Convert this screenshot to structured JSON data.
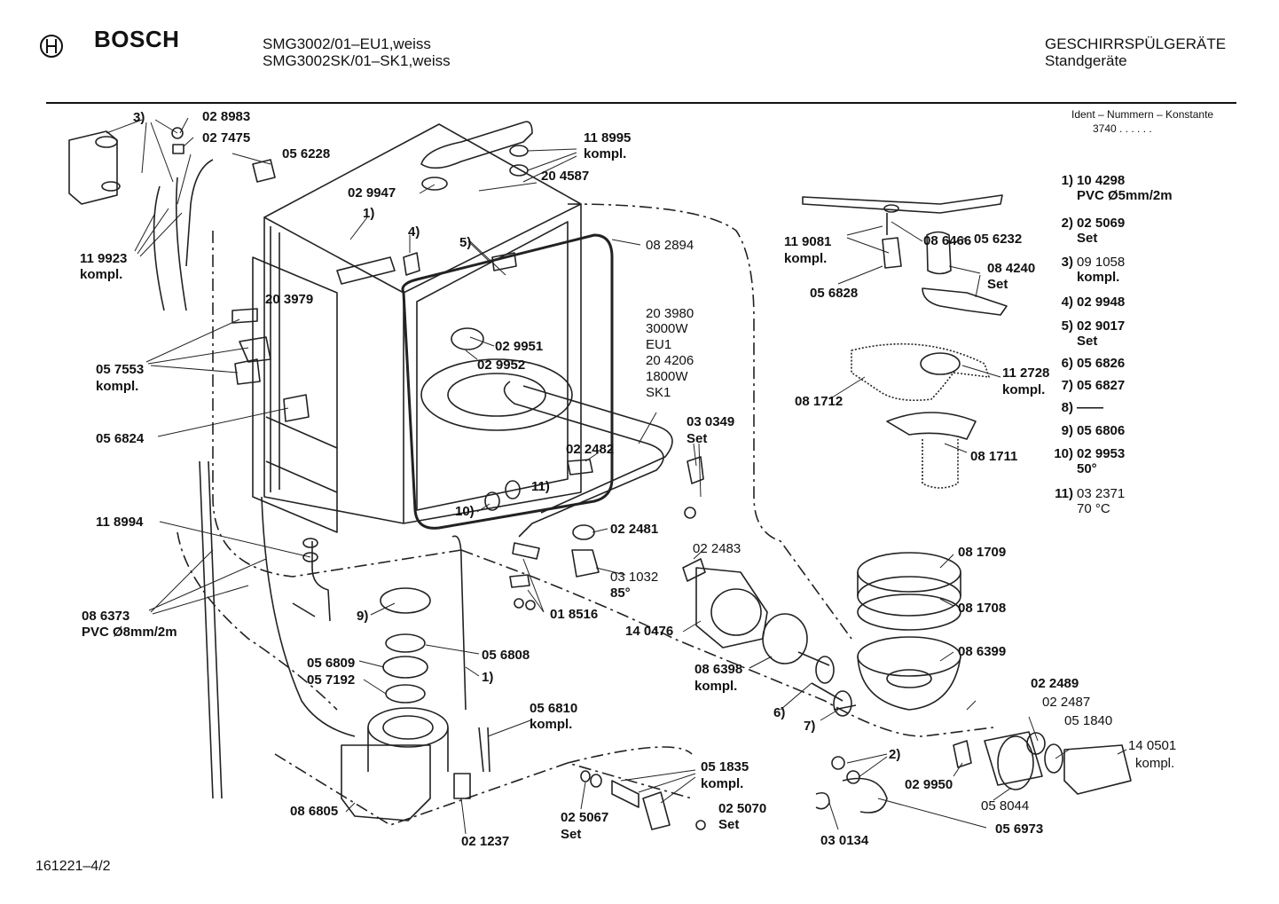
{
  "header": {
    "brand": "BOSCH",
    "models": [
      "SMG3002/01–EU1,weiss",
      "SMG3002SK/01–SK1,weiss"
    ],
    "category": "GESCHIRRSPÜLGERÄTE",
    "subcategory": "Standgeräte",
    "ident_title": "Ident – Nummern – Konstante",
    "ident_value": "3740  .  .  .  .  .  ."
  },
  "footer": {
    "doc_number": "161221–4/2"
  },
  "legend": [
    {
      "key": "1)",
      "lines": [
        "10 4298",
        "PVC Ø5mm/2m"
      ],
      "bold": true
    },
    {
      "key": "2)",
      "lines": [
        "02 5069",
        "Set"
      ],
      "bold": true
    },
    {
      "key": "3)",
      "lines": [
        "09 1058",
        "kompl."
      ],
      "bold": false
    },
    {
      "key": "4)",
      "lines": [
        "02 9948"
      ],
      "bold": true
    },
    {
      "key": "5)",
      "lines": [
        "02 9017",
        "Set"
      ],
      "bold": true
    },
    {
      "key": "6)",
      "lines": [
        "05 6826"
      ],
      "bold": true
    },
    {
      "key": "7)",
      "lines": [
        "05 6827"
      ],
      "bold": true
    },
    {
      "key": "8)",
      "lines": [
        "——"
      ],
      "bold": true
    },
    {
      "key": "9)",
      "lines": [
        "05 6806"
      ],
      "bold": true
    },
    {
      "key": "10)",
      "lines": [
        "02 9953",
        "50°"
      ],
      "bold": true
    },
    {
      "key": "11)",
      "lines": [
        "03 2371",
        "70 °C"
      ],
      "bold": false
    }
  ],
  "callouts": {
    "c3": "3)",
    "c028983": "02 8983",
    "c027475": "02 7475",
    "c056228": "05 6228",
    "c118995": "11 8995",
    "c118995b": "kompl.",
    "c204587": "20 4587",
    "c029947": "02 9947",
    "c119923": "11 9923",
    "c119923b": "kompl.",
    "c1": "1)",
    "c4": "4)",
    "c5": "5)",
    "c082894": "08 2894",
    "c203979": "20 3979",
    "c029951": "02 9951",
    "c029952": "02 9952",
    "c203980": "20 3980",
    "c3000w": "3000W",
    "ceu1": "EU1",
    "c204206": "20 4206",
    "c1800w": "1800W",
    "csk1": "SK1",
    "c057553": "05 7553",
    "c057553b": "kompl.",
    "c056824": "05 6824",
    "c030349": "03 0349",
    "c030349b": "Set",
    "c022482": "02 2482",
    "c11": "11)",
    "c10": "10)",
    "c118994": "11 8994",
    "c022481": "02 2481",
    "c022483": "02 2483",
    "c031032": "03 1032",
    "c85": "85°",
    "c086373": "08 6373",
    "c086373b": "PVC Ø8mm/2m",
    "c9": "9)",
    "c018516": "01 8516",
    "c140476": "14 0476",
    "c056809": "05 6809",
    "c057192": "05 7192",
    "c056808": "05 6808",
    "c1b": "1)",
    "c056810": "05 6810",
    "c056810b": "kompl.",
    "c086398": "08 6398",
    "c086398b": "kompl.",
    "c6": "6)",
    "c7": "7)",
    "c086805": "08 6805",
    "c021237": "02 1237",
    "c051835": "05 1835",
    "c051835b": "kompl.",
    "c025067": "02 5067",
    "c025067b": "Set",
    "c025070": "02 5070",
    "c025070b": "Set",
    "c030134": "03 0134",
    "c056973": "05 6973",
    "c2": "2)",
    "c029950": "02 9950",
    "c058044": "05 8044",
    "c022489": "02 2489",
    "c022487": "02 2487",
    "c051840": "05 1840",
    "c140501": "14 0501",
    "c140501b": "kompl.",
    "c119081": "11 9081",
    "c119081b": "kompl.",
    "c086466": "08 6466",
    "c056232": "05 6232",
    "c084240": "08 4240",
    "c084240b": "Set",
    "c056828": "05 6828",
    "c112728": "11 2728",
    "c112728b": "kompl.",
    "c081712": "08 1712",
    "c081711": "08 1711",
    "c081709": "08 1709",
    "c081708": "08 1708",
    "c086399": "08 6399"
  }
}
